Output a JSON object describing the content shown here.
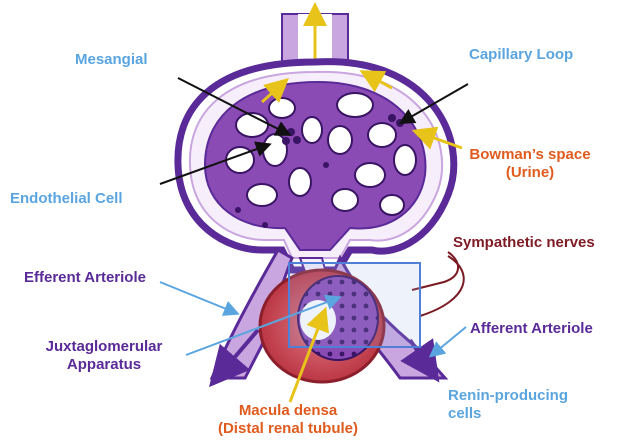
{
  "colors": {
    "blue_label": "#5aa5df",
    "purple_label": "#5a2a98",
    "orange_label": "#e05b1e",
    "maroon_label": "#7f1b25",
    "cell_purple": "#7b3fa3",
    "cell_nucleus": "#3a1464",
    "tissue_light": "#b58bd0",
    "blood_red": "#b8303e",
    "arrow_yellow": "#e8c31a",
    "nerve_maroon": "#7a1a22",
    "highlight_box": "#4f7fd6"
  },
  "labels": {
    "mesangial": "Mesangial",
    "capillary_loop": "Capillary Loop",
    "bowmans_space_line1": "Bowman’s space",
    "bowmans_space_line2": "(Urine)",
    "endothelial_cell": "Endothelial Cell",
    "sympathetic_nerves": "Sympathetic nerves",
    "efferent_arteriole": "Efferent Arteriole",
    "afferent_arteriole": "Afferent Arteriole",
    "juxtaglomerular_line1": "Juxtaglomerular",
    "juxtaglomerular_line2": "Apparatus",
    "renin_line1": "Renin-producing",
    "renin_line2": "cells",
    "macula_densa_line1": "Macula densa",
    "macula_densa_line2": "(Distal  renal tubule)"
  }
}
